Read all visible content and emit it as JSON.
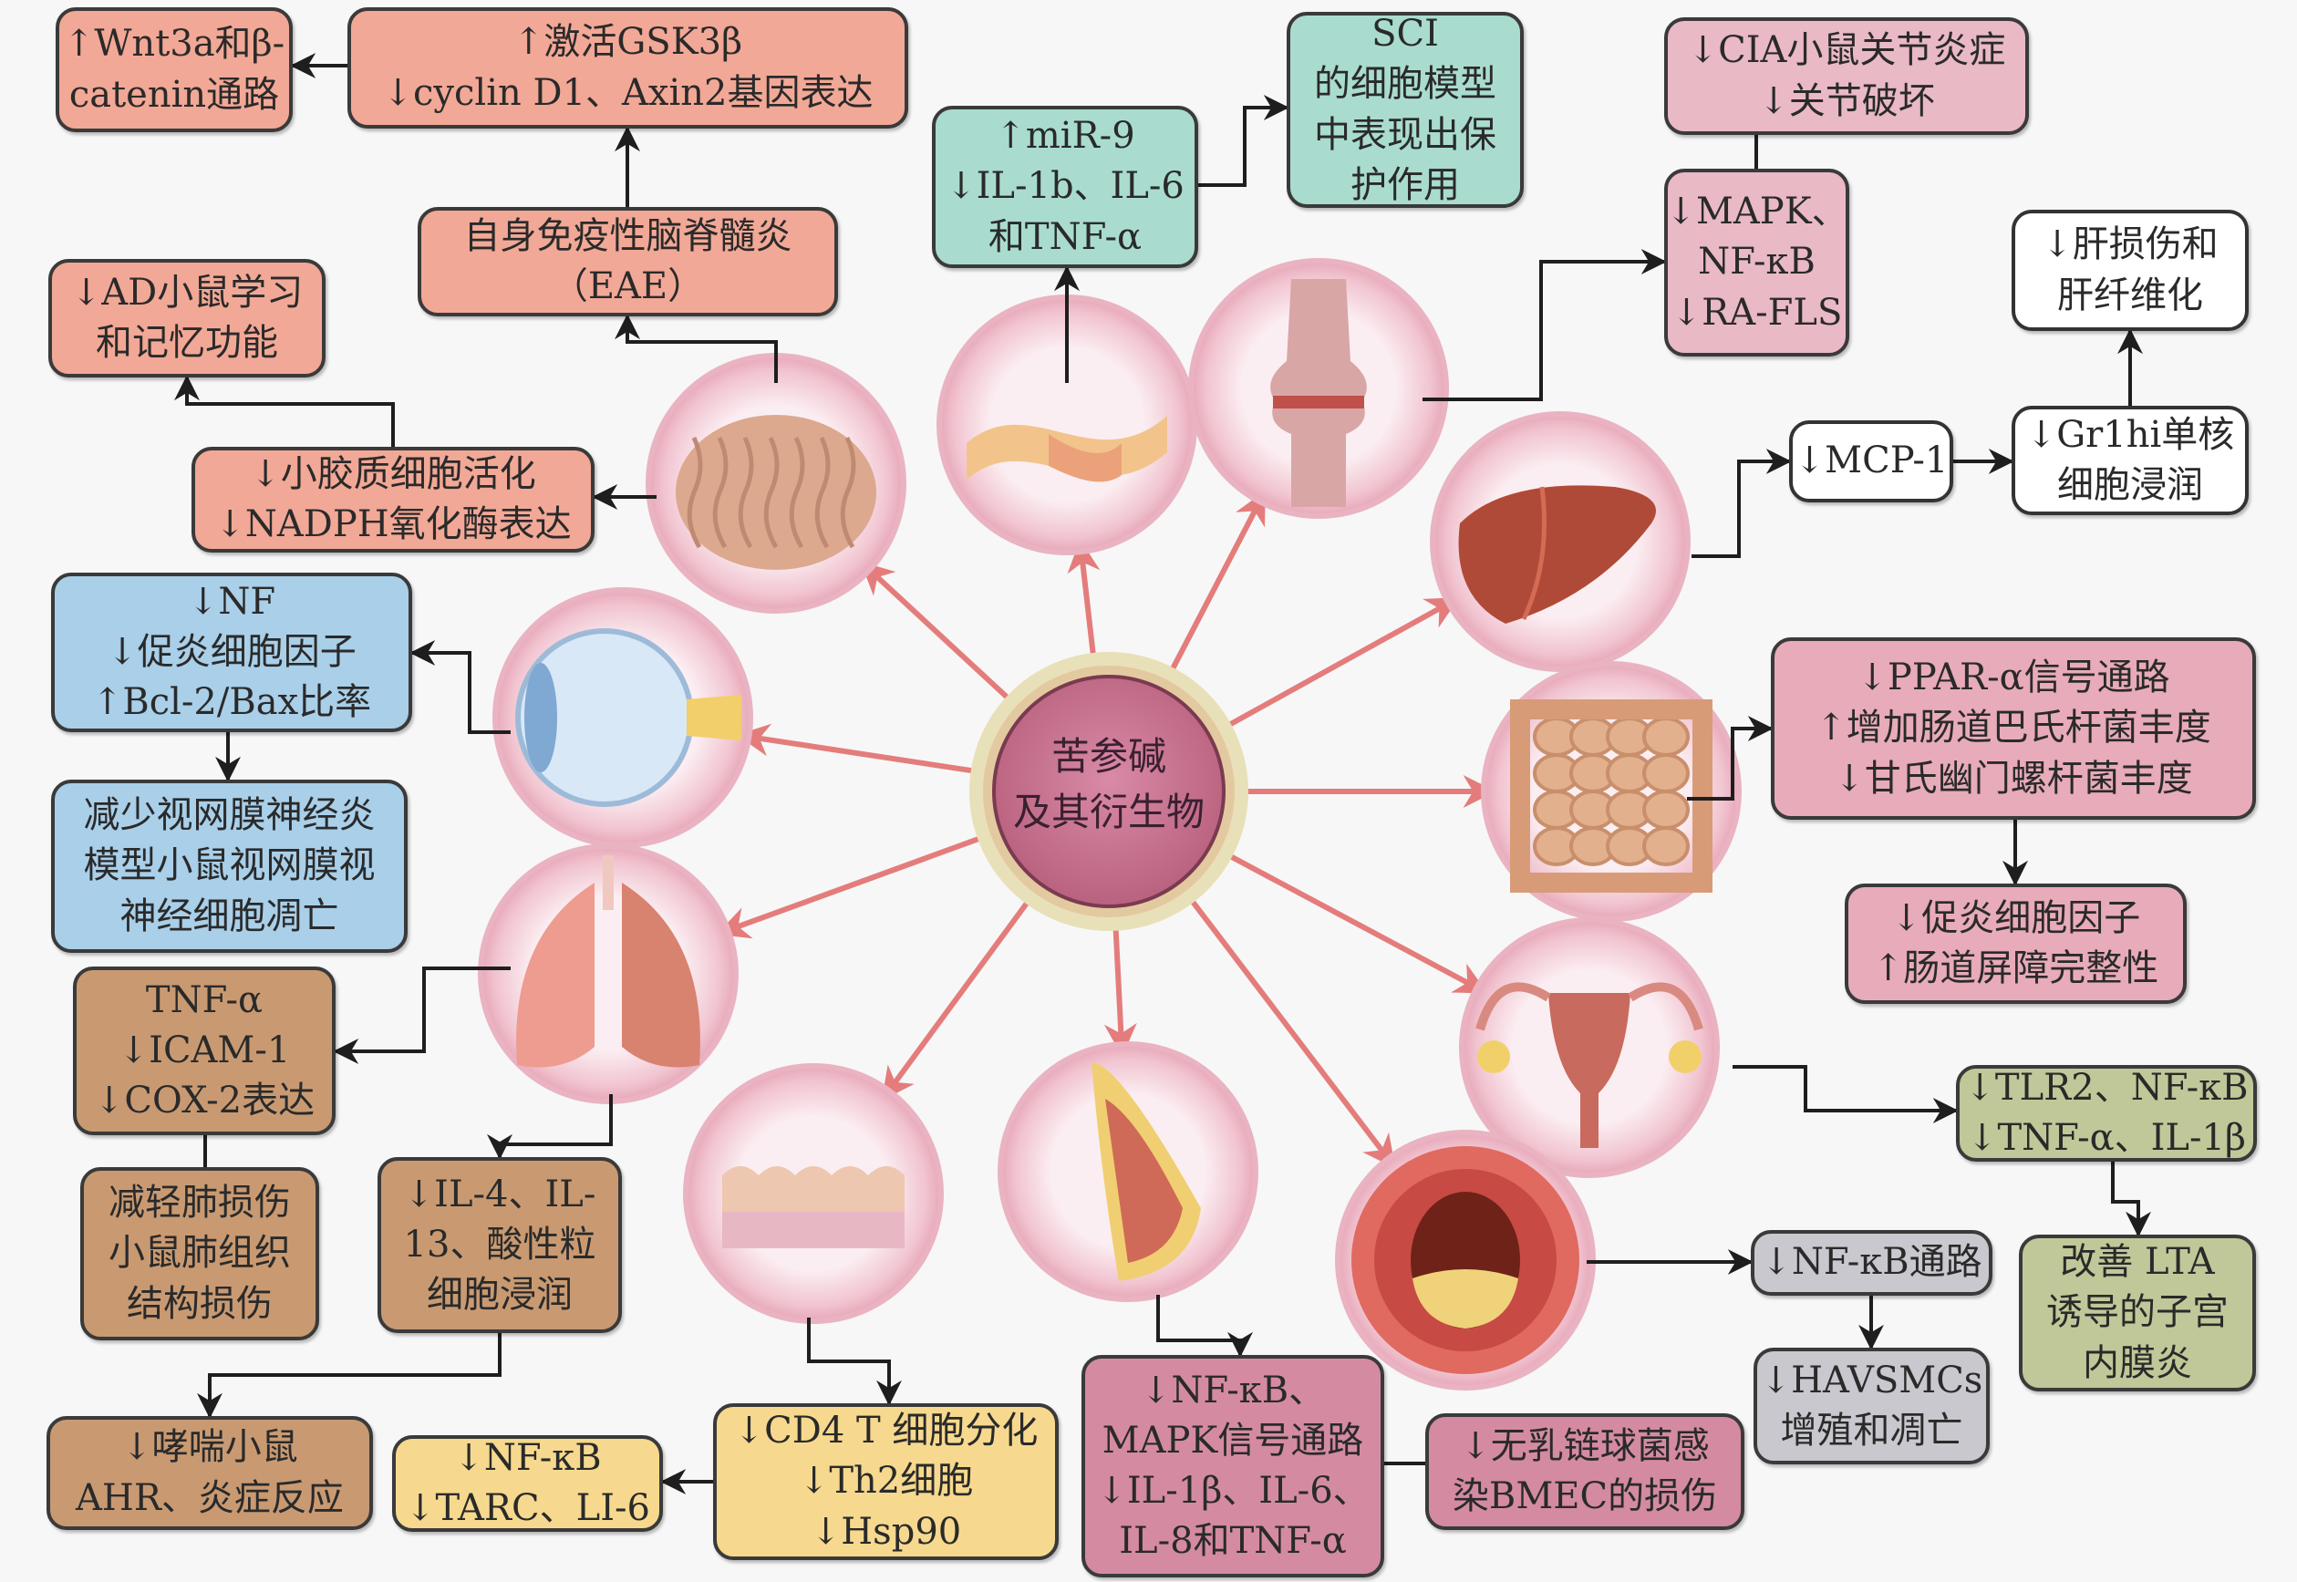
{
  "center": {
    "lines": [
      "苦参碱",
      "及其衍生物"
    ]
  },
  "colors": {
    "salmon": "#f2a896",
    "teal": "#a9dccf",
    "pink": "#e9b9c6",
    "white": "#ffffff",
    "blue": "#a9cfe9",
    "brown": "#c99a72",
    "yellow": "#f6d98e",
    "rose": "#d48ba2",
    "gray": "#c8c8ce",
    "olive": "#c0c899",
    "ppar": "#e8abb9",
    "arrow": "#e47c7c"
  },
  "boxes": [
    {
      "id": "wnt3a",
      "color": "salmon",
      "lines": [
        "↑Wnt3a和β-",
        "catenin通路"
      ]
    },
    {
      "id": "gsk3b",
      "color": "salmon",
      "lines": [
        "↑激活GSK3β",
        "↓cyclin D1、Axin2基因表达"
      ]
    },
    {
      "id": "mir9",
      "color": "teal",
      "lines": [
        "↑miR-9",
        "↓IL-1b、IL-6",
        "和TNF-α"
      ]
    },
    {
      "id": "sci",
      "color": "teal",
      "lines": [
        "SCI",
        "的细胞模型",
        "中表现出保",
        "护作用"
      ]
    },
    {
      "id": "cia",
      "color": "pink",
      "lines": [
        "↓CIA小鼠关节炎症",
        "↓关节破坏"
      ]
    },
    {
      "id": "mapk-ra",
      "color": "pink",
      "lines": [
        "↓MAPK、",
        "NF-κB",
        "↓RA-FLS"
      ]
    },
    {
      "id": "liver-injury",
      "color": "white",
      "lines": [
        "↓肝损伤和",
        "肝纤维化"
      ]
    },
    {
      "id": "mcp1",
      "color": "white",
      "lines": [
        "↓MCP-1"
      ]
    },
    {
      "id": "gr1hi",
      "color": "white",
      "lines": [
        "↓Gr1hi单核",
        "细胞浸润"
      ]
    },
    {
      "id": "eae",
      "color": "salmon",
      "lines": [
        "自身免疫性脑脊髓炎",
        "（EAE）"
      ]
    },
    {
      "id": "ad",
      "color": "salmon",
      "lines": [
        "↓AD小鼠学习",
        "和记忆功能"
      ]
    },
    {
      "id": "microglia",
      "color": "salmon",
      "lines": [
        "↓小胶质细胞活化",
        "↓NADPH氧化酶表达"
      ]
    },
    {
      "id": "nf-eye",
      "color": "blue",
      "lines": [
        "↓NF",
        "↓促炎细胞因子",
        "↑Bcl-2/Bax比率"
      ]
    },
    {
      "id": "retina",
      "color": "blue",
      "lines": [
        "减少视网膜神经炎",
        "模型小鼠视网膜视",
        "神经细胞凋亡"
      ]
    },
    {
      "id": "tnf-lung",
      "color": "brown",
      "lines": [
        "TNF-α",
        "↓ICAM-1",
        "↓COX-2表达"
      ]
    },
    {
      "id": "lung-injury",
      "color": "brown",
      "lines": [
        "减轻肺损伤",
        "小鼠肺组织",
        "结构损伤"
      ]
    },
    {
      "id": "il4",
      "color": "brown",
      "lines": [
        "↓IL-4、IL-",
        "13、酸性粒",
        "细胞浸润"
      ]
    },
    {
      "id": "asthma",
      "color": "brown",
      "lines": [
        "↓哮喘小鼠",
        "AHR、炎症反应"
      ]
    },
    {
      "id": "tarc",
      "color": "yellow",
      "lines": [
        "↓NF-κB",
        "↓TARC、LI-6"
      ]
    },
    {
      "id": "cd4",
      "color": "yellow",
      "lines": [
        "↓CD4 T 细胞分化",
        "↓Th2细胞",
        "↓Hsp90"
      ]
    },
    {
      "id": "nfkb-mapk",
      "color": "rose",
      "lines": [
        "↓NF-κB、",
        "MAPK信号通路",
        "↓IL-1β、IL-6、",
        "IL-8和TNF-α"
      ]
    },
    {
      "id": "bmec",
      "color": "rose",
      "lines": [
        "↓无乳链球菌感",
        "染BMEC的损伤"
      ]
    },
    {
      "id": "nfkb-path",
      "color": "gray",
      "lines": [
        "↓NF-κB通路"
      ]
    },
    {
      "id": "havsmcs",
      "color": "gray",
      "lines": [
        "↓HAVSMCs",
        "增殖和凋亡"
      ]
    },
    {
      "id": "tlr2",
      "color": "olive",
      "lines": [
        "↓TLR2、NF-κB",
        "↓TNF-α、IL-1β"
      ]
    },
    {
      "id": "lta",
      "color": "olive",
      "lines": [
        "改善 LTA",
        "诱导的子宫",
        "内膜炎"
      ]
    },
    {
      "id": "ppar",
      "color": "ppar",
      "lines": [
        "↓PPAR-α信号通路",
        "↑增加肠道巴氏杆菌丰度",
        "↓甘氏幽门螺杆菌丰度"
      ]
    },
    {
      "id": "gut-barrier",
      "color": "ppar",
      "lines": [
        "↓促炎细胞因子",
        "↑肠道屏障完整性"
      ]
    }
  ],
  "organs": [
    "brain",
    "spinal-cord",
    "knee-joint",
    "liver",
    "intestine",
    "uterus",
    "artery",
    "breast",
    "skin",
    "lung",
    "eye"
  ]
}
